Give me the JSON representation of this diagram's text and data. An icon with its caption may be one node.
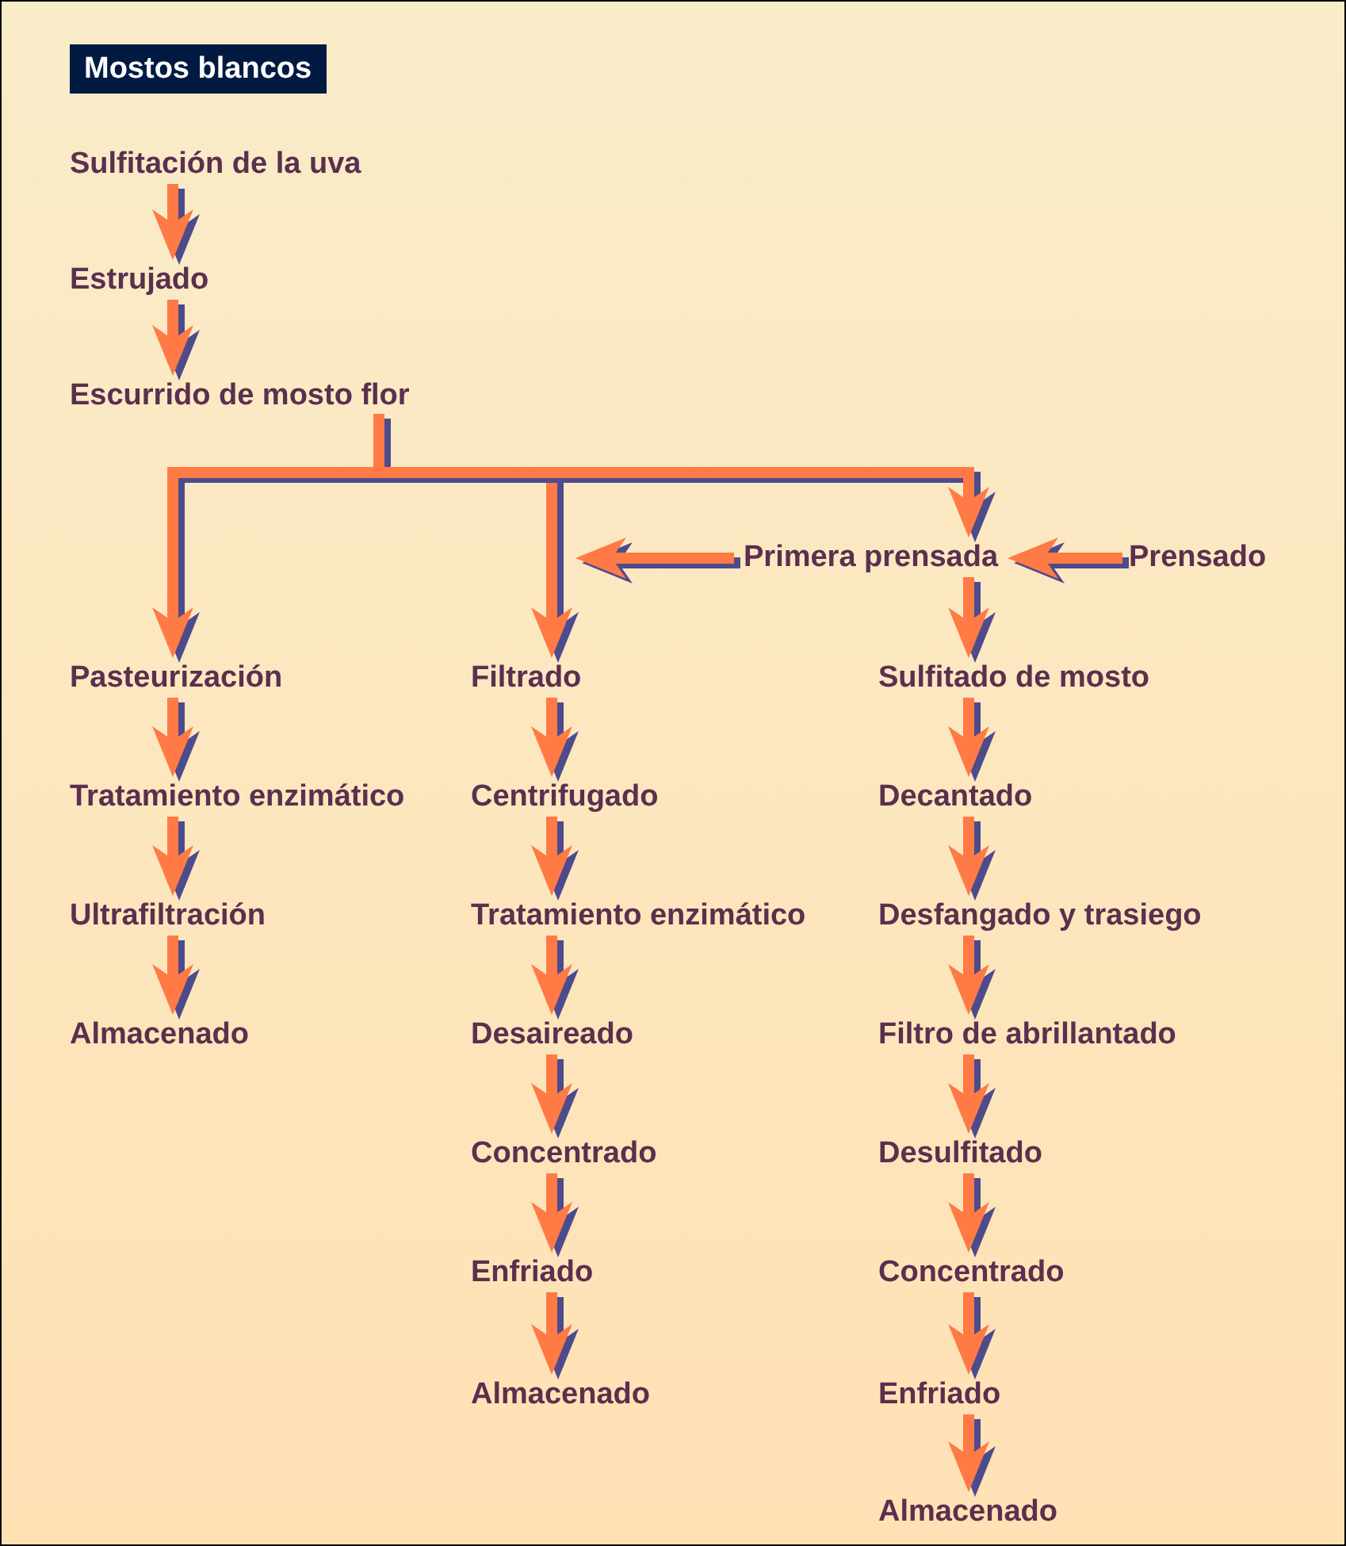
{
  "diagram": {
    "title": "Mostos blancos",
    "nodes": [
      {
        "text": [
          "Sulfitación de la uva"
        ]
      },
      {
        "text": [
          "Estrujado"
        ]
      },
      {
        "text": [
          "Escurrido de mosto flor"
        ]
      },
      {
        "text": [
          "Primera prensada"
        ]
      },
      {
        "text": [
          "Prensado"
        ]
      },
      {
        "text": [
          "Pasteurización"
        ]
      },
      {
        "text": [
          "Tratamiento enzimático"
        ]
      },
      {
        "text": [
          "Ultrafiltración"
        ]
      },
      {
        "text": [
          "Almacenado"
        ]
      },
      {
        "text": [
          "Filtrado"
        ]
      },
      {
        "text": [
          "Centrifugado"
        ]
      },
      {
        "text": [
          "Tratamiento enzimático"
        ]
      },
      {
        "text": [
          "Desaireado"
        ]
      },
      {
        "text": [
          "Concentrado"
        ]
      },
      {
        "text": [
          "Enfriado"
        ]
      },
      {
        "text": [
          "Almacenado"
        ]
      },
      {
        "text": [
          "Sulfitado de mosto"
        ]
      },
      {
        "text": [
          "Decantado"
        ]
      },
      {
        "text": [
          "Desfangado y trasiego"
        ]
      },
      {
        "text": [
          "Filtro de abrillantado"
        ]
      },
      {
        "text": [
          "Desulfitado"
        ]
      },
      {
        "text": [
          "Concentrado"
        ]
      },
      {
        "text": [
          "Enfriado"
        ]
      },
      {
        "text": [
          "Almacenado"
        ]
      }
    ],
    "edges": [
      {
        "from": 0,
        "to": 1,
        "arrow": "to"
      },
      {
        "from": 1,
        "to": 2,
        "arrow": "to"
      },
      {
        "from": 2,
        "to": 5,
        "arrow": "to"
      },
      {
        "from": 2,
        "to": 9,
        "arrow": "to"
      },
      {
        "from": 2,
        "to": 3,
        "arrow": "to"
      },
      {
        "from": 4,
        "to": 3,
        "arrow": "to"
      },
      {
        "from": 3,
        "to": 9,
        "arrow": "to"
      },
      {
        "from": 3,
        "to": 16,
        "arrow": "to"
      },
      {
        "from": 5,
        "to": 6,
        "arrow": "to"
      },
      {
        "from": 6,
        "to": 7,
        "arrow": "to"
      },
      {
        "from": 7,
        "to": 8,
        "arrow": "to"
      },
      {
        "from": 9,
        "to": 10,
        "arrow": "to"
      },
      {
        "from": 10,
        "to": 11,
        "arrow": "to"
      },
      {
        "from": 11,
        "to": 12,
        "arrow": "to"
      },
      {
        "from": 12,
        "to": 13,
        "arrow": "to"
      },
      {
        "from": 13,
        "to": 14,
        "arrow": "to"
      },
      {
        "from": 14,
        "to": 15,
        "arrow": "to"
      },
      {
        "from": 16,
        "to": 17,
        "arrow": "to"
      },
      {
        "from": 17,
        "to": 18,
        "arrow": "to"
      },
      {
        "from": 18,
        "to": 19,
        "arrow": "to"
      },
      {
        "from": 19,
        "to": 20,
        "arrow": "to"
      },
      {
        "from": 20,
        "to": 21,
        "arrow": "to"
      },
      {
        "from": 21,
        "to": 22,
        "arrow": "to"
      },
      {
        "from": 22,
        "to": 23,
        "arrow": "to"
      }
    ]
  }
}
